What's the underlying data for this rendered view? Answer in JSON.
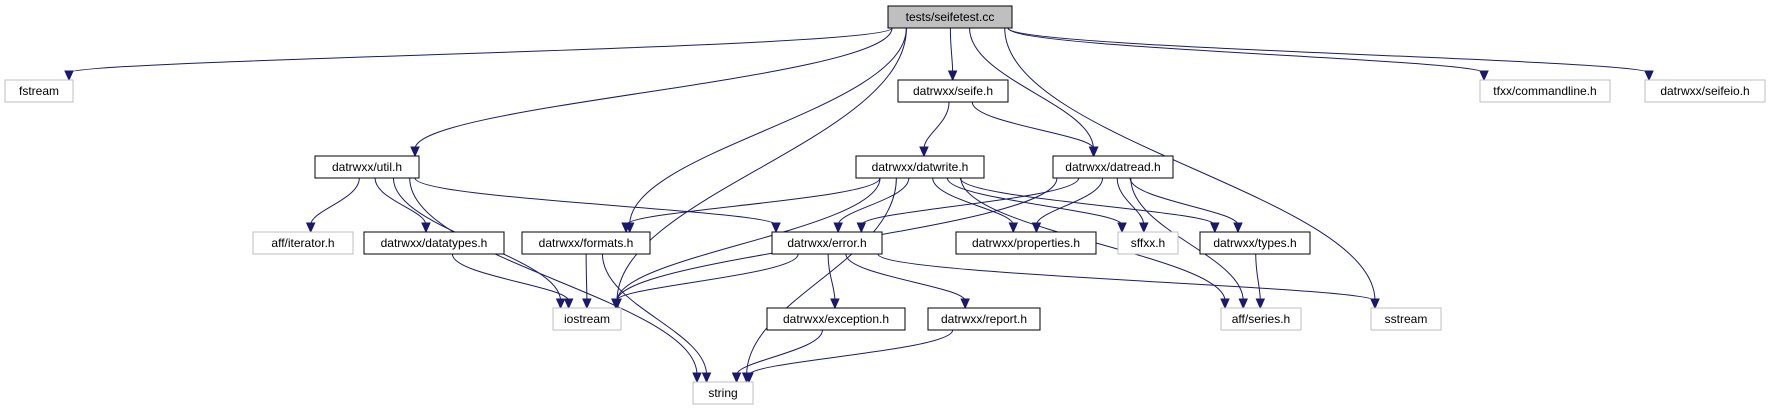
{
  "colors": {
    "edge": "#191970",
    "root_fill": "#bfbfbf",
    "node_fill": "#ffffff",
    "node_border": "#000000",
    "external_border": "#bfbfbf"
  },
  "nodes": {
    "seifetest": {
      "label": "tests/seifetest.cc",
      "kind": "root"
    },
    "fstream": {
      "label": "fstream",
      "kind": "external"
    },
    "util": {
      "label": "datrwxx/util.h",
      "kind": "local"
    },
    "iostream": {
      "label": "iostream",
      "kind": "external"
    },
    "formats": {
      "label": "datrwxx/formats.h",
      "kind": "local"
    },
    "seife": {
      "label": "datrwxx/seife.h",
      "kind": "local"
    },
    "datread": {
      "label": "datrwxx/datread.h",
      "kind": "local"
    },
    "sstream": {
      "label": "sstream",
      "kind": "external"
    },
    "commandline": {
      "label": "tfxx/commandline.h",
      "kind": "external"
    },
    "seifeio": {
      "label": "datrwxx/seifeio.h",
      "kind": "external"
    },
    "datwrite": {
      "label": "datrwxx/datwrite.h",
      "kind": "local"
    },
    "iterator": {
      "label": "aff/iterator.h",
      "kind": "external"
    },
    "datatypes": {
      "label": "datrwxx/datatypes.h",
      "kind": "local"
    },
    "error": {
      "label": "datrwxx/error.h",
      "kind": "local"
    },
    "properties": {
      "label": "datrwxx/properties.h",
      "kind": "local"
    },
    "sffxx": {
      "label": "sffxx.h",
      "kind": "external"
    },
    "types": {
      "label": "datrwxx/types.h",
      "kind": "local"
    },
    "exception": {
      "label": "datrwxx/exception.h",
      "kind": "local"
    },
    "report": {
      "label": "datrwxx/report.h",
      "kind": "local"
    },
    "series": {
      "label": "aff/series.h",
      "kind": "external"
    },
    "string": {
      "label": "string",
      "kind": "external"
    }
  },
  "edges": [
    {
      "from": "seifetest",
      "to": "fstream"
    },
    {
      "from": "seifetest",
      "to": "util"
    },
    {
      "from": "seifetest",
      "to": "iostream"
    },
    {
      "from": "seifetest",
      "to": "formats"
    },
    {
      "from": "seifetest",
      "to": "seife"
    },
    {
      "from": "seifetest",
      "to": "datread"
    },
    {
      "from": "seifetest",
      "to": "sstream"
    },
    {
      "from": "seifetest",
      "to": "commandline"
    },
    {
      "from": "seifetest",
      "to": "seifeio"
    },
    {
      "from": "seife",
      "to": "datwrite"
    },
    {
      "from": "seife",
      "to": "datread"
    },
    {
      "from": "util",
      "to": "iterator"
    },
    {
      "from": "util",
      "to": "datatypes"
    },
    {
      "from": "util",
      "to": "error"
    },
    {
      "from": "util",
      "to": "iostream"
    },
    {
      "from": "util",
      "to": "string"
    },
    {
      "from": "datwrite",
      "to": "formats"
    },
    {
      "from": "datwrite",
      "to": "error"
    },
    {
      "from": "datwrite",
      "to": "properties"
    },
    {
      "from": "datwrite",
      "to": "sffxx"
    },
    {
      "from": "datwrite",
      "to": "types"
    },
    {
      "from": "datwrite",
      "to": "iostream"
    },
    {
      "from": "datwrite",
      "to": "string"
    },
    {
      "from": "datwrite",
      "to": "series"
    },
    {
      "from": "datread",
      "to": "error"
    },
    {
      "from": "datread",
      "to": "properties"
    },
    {
      "from": "datread",
      "to": "sffxx"
    },
    {
      "from": "datread",
      "to": "types"
    },
    {
      "from": "datread",
      "to": "series"
    },
    {
      "from": "datread",
      "to": "iostream"
    },
    {
      "from": "datatypes",
      "to": "iostream"
    },
    {
      "from": "formats",
      "to": "iostream"
    },
    {
      "from": "formats",
      "to": "string"
    },
    {
      "from": "error",
      "to": "iostream"
    },
    {
      "from": "error",
      "to": "exception"
    },
    {
      "from": "error",
      "to": "report"
    },
    {
      "from": "error",
      "to": "sstream"
    },
    {
      "from": "types",
      "to": "series"
    },
    {
      "from": "exception",
      "to": "string"
    },
    {
      "from": "report",
      "to": "string"
    }
  ]
}
